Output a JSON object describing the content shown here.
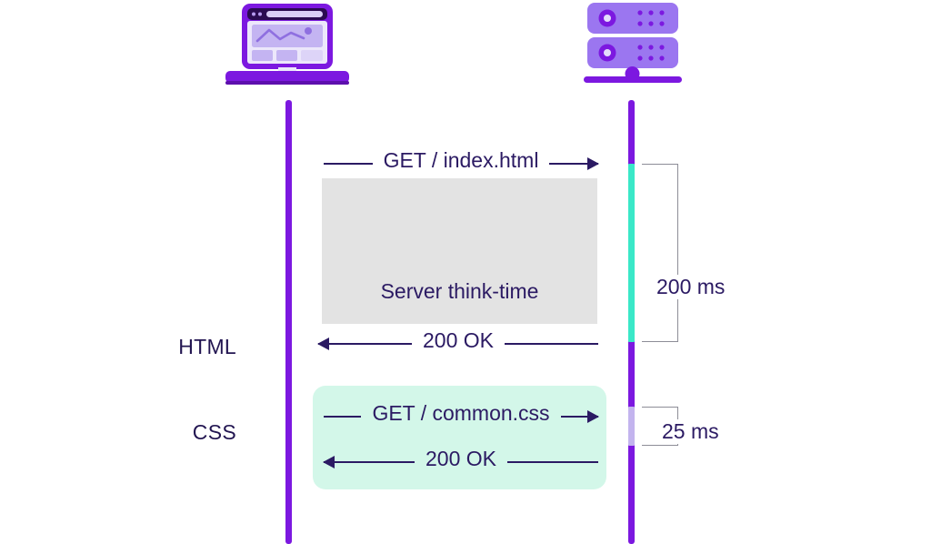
{
  "diagram": {
    "title": "HTTP request sequence with server think-time",
    "type": "sequence-diagram",
    "colors": {
      "lifeline_purple": "#7c18e0",
      "activation_teal": "#3ae8c8",
      "activation_lavender": "#c3b4ee",
      "think_time_gray": "#e3e3e3",
      "css_region_mint": "#d3f7e9",
      "text_ink": "#2b1a63",
      "bracket_gray": "#8d8d97"
    }
  },
  "participants": {
    "client": {
      "icon": "laptop-icon",
      "label": ""
    },
    "server": {
      "icon": "server-rack-icon",
      "label": ""
    }
  },
  "phases": [
    {
      "label": "HTML"
    },
    {
      "label": "CSS"
    }
  ],
  "messages": [
    {
      "label": "GET / index.html",
      "direction": "right",
      "phase": "HTML"
    },
    {
      "label": "200 OK",
      "direction": "left",
      "phase": "HTML"
    },
    {
      "label": "GET / common.css",
      "direction": "right",
      "phase": "CSS"
    },
    {
      "label": "200 OK",
      "direction": "left",
      "phase": "CSS"
    }
  ],
  "regions": {
    "think_time": {
      "label": "Server think-time"
    },
    "css_block": {
      "label": ""
    }
  },
  "timings": [
    {
      "label": "200 ms",
      "phase": "HTML"
    },
    {
      "label": "25 ms",
      "phase": "CSS"
    }
  ]
}
